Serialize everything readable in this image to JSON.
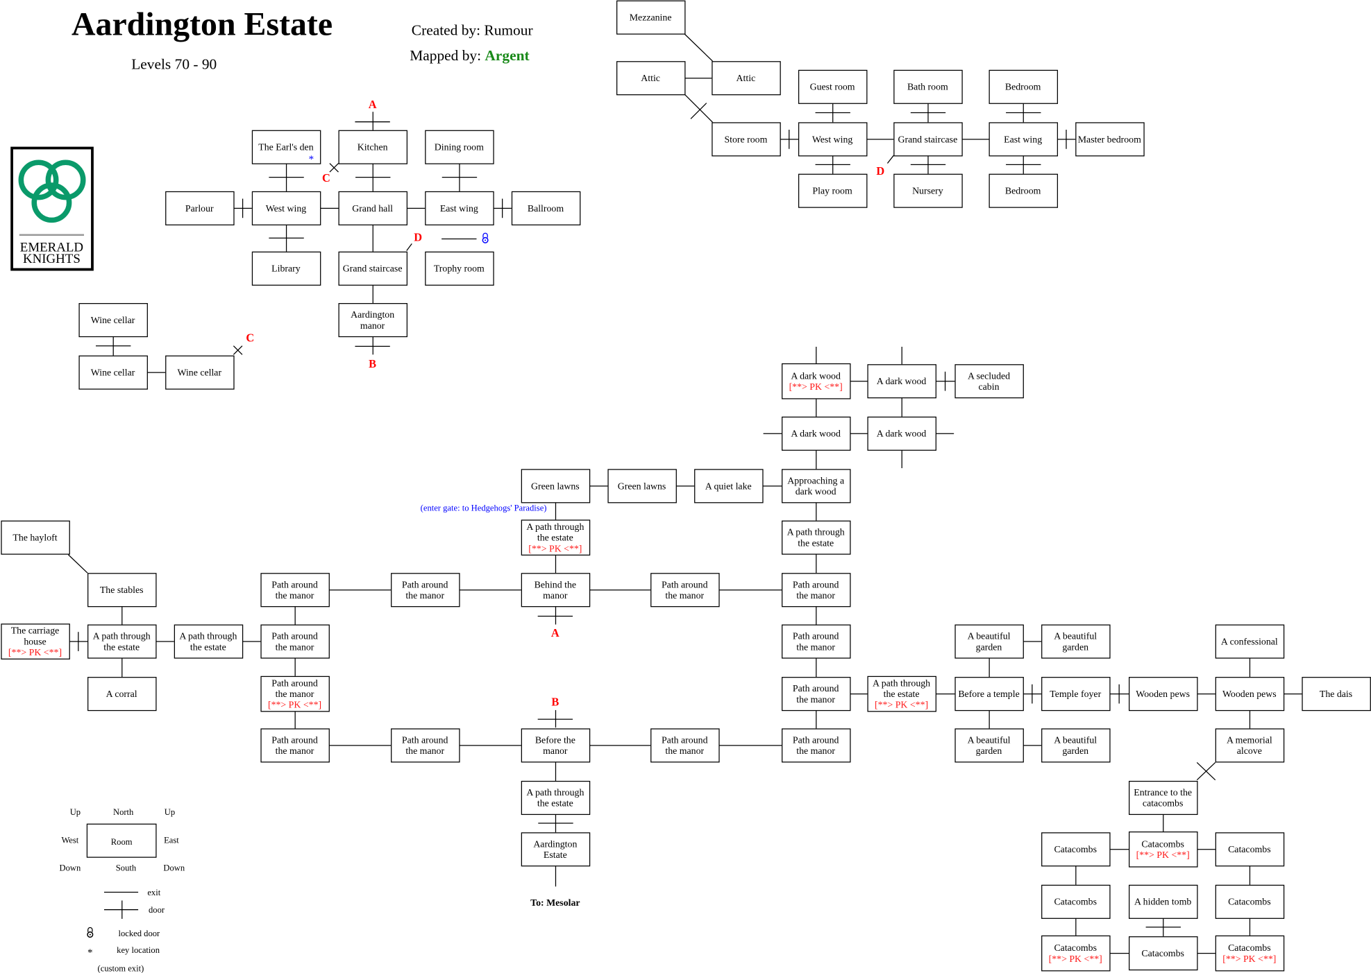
{
  "header": {
    "title": "Aardington Estate",
    "levels": "Levels 70 - 90",
    "created_by_label": "Created by:",
    "created_by": "Rumour",
    "mapped_by_label": "Mapped by:",
    "mapped_by": "Argent"
  },
  "logo": {
    "line1": "EMERALD",
    "line2": "KNIGHTS"
  },
  "colors": {
    "pk": "#ff1a1a",
    "marker": "#ff0000",
    "custom": "#0000ff",
    "mapper": "#1a8a1a",
    "logo": "#0a9a6a"
  },
  "markers": [
    "A",
    "C",
    "C",
    "D",
    "B",
    "D",
    "A",
    "B"
  ],
  "key_symbol": "*",
  "notes": {
    "enter_gate": "(enter gate: to Hedgehogs' Paradise)",
    "to": "To: Mesolar"
  },
  "rooms": [
    {
      "id": "den",
      "lines": [
        "The Earl's den"
      ]
    },
    {
      "id": "kitchen",
      "lines": [
        "Kitchen"
      ]
    },
    {
      "id": "dining",
      "lines": [
        "Dining room"
      ]
    },
    {
      "id": "parlour",
      "lines": [
        "Parlour"
      ]
    },
    {
      "id": "wwing",
      "lines": [
        "West wing"
      ]
    },
    {
      "id": "ghall",
      "lines": [
        "Grand hall"
      ]
    },
    {
      "id": "ewing",
      "lines": [
        "East wing"
      ]
    },
    {
      "id": "ballroom",
      "lines": [
        "Ballroom"
      ]
    },
    {
      "id": "library",
      "lines": [
        "Library"
      ]
    },
    {
      "id": "gstair",
      "lines": [
        "Grand staircase"
      ]
    },
    {
      "id": "trophy",
      "lines": [
        "Trophy room"
      ]
    },
    {
      "id": "manor",
      "lines": [
        "Aardington",
        "manor"
      ]
    },
    {
      "id": "wc1",
      "lines": [
        "Wine cellar"
      ]
    },
    {
      "id": "wc2",
      "lines": [
        "Wine cellar"
      ]
    },
    {
      "id": "wc3",
      "lines": [
        "Wine cellar"
      ]
    },
    {
      "id": "mezz",
      "lines": [
        "Mezzanine"
      ]
    },
    {
      "id": "attic1",
      "lines": [
        "Attic"
      ]
    },
    {
      "id": "attic2",
      "lines": [
        "Attic"
      ]
    },
    {
      "id": "guest",
      "lines": [
        "Guest room"
      ]
    },
    {
      "id": "bath",
      "lines": [
        "Bath room"
      ]
    },
    {
      "id": "bed1",
      "lines": [
        "Bedroom"
      ]
    },
    {
      "id": "store",
      "lines": [
        "Store room"
      ]
    },
    {
      "id": "ww2",
      "lines": [
        "West wing"
      ]
    },
    {
      "id": "gs2",
      "lines": [
        "Grand staircase"
      ]
    },
    {
      "id": "ew2",
      "lines": [
        "East wing"
      ]
    },
    {
      "id": "master",
      "lines": [
        "Master bedroom"
      ]
    },
    {
      "id": "play",
      "lines": [
        "Play room"
      ]
    },
    {
      "id": "nursery",
      "lines": [
        "Nursery"
      ]
    },
    {
      "id": "bed2",
      "lines": [
        "Bedroom"
      ]
    },
    {
      "id": "dw1",
      "lines": [
        "A dark wood"
      ],
      "pk": "[**> PK <**]"
    },
    {
      "id": "dw2",
      "lines": [
        "A dark wood"
      ]
    },
    {
      "id": "cabin",
      "lines": [
        "A secluded",
        "cabin"
      ]
    },
    {
      "id": "dw3",
      "lines": [
        "A dark wood"
      ]
    },
    {
      "id": "dw4",
      "lines": [
        "A dark wood"
      ]
    },
    {
      "id": "gl1",
      "lines": [
        "Green lawns"
      ]
    },
    {
      "id": "gl2",
      "lines": [
        "Green lawns"
      ]
    },
    {
      "id": "lake",
      "lines": [
        "A quiet lake"
      ]
    },
    {
      "id": "approach",
      "lines": [
        "Approaching a",
        "dark wood"
      ]
    },
    {
      "id": "pte1",
      "lines": [
        "A path through",
        "the estate"
      ],
      "pk": "[**> PK <**]"
    },
    {
      "id": "pte2",
      "lines": [
        "A path through",
        "the estate"
      ]
    },
    {
      "id": "hayloft",
      "lines": [
        "The hayloft"
      ]
    },
    {
      "id": "stables",
      "lines": [
        "The stables"
      ]
    },
    {
      "id": "p2",
      "lines": [
        "Path around",
        "the manor"
      ]
    },
    {
      "id": "p3",
      "lines": [
        "Path around",
        "the manor"
      ]
    },
    {
      "id": "behind",
      "lines": [
        "Behind the",
        "manor"
      ]
    },
    {
      "id": "p5",
      "lines": [
        "Path around",
        "the manor"
      ]
    },
    {
      "id": "p6",
      "lines": [
        "Path around",
        "the manor"
      ]
    },
    {
      "id": "carriage",
      "lines": [
        "The carriage",
        "house"
      ],
      "pk": "[**> PK <**]"
    },
    {
      "id": "ptea",
      "lines": [
        "A path through",
        "the estate"
      ]
    },
    {
      "id": "pteb",
      "lines": [
        "A path through",
        "the estate"
      ]
    },
    {
      "id": "p13",
      "lines": [
        "Path around",
        "the manor"
      ]
    },
    {
      "id": "p7",
      "lines": [
        "Path around",
        "the manor"
      ]
    },
    {
      "id": "g1",
      "lines": [
        "A beautiful",
        "garden"
      ]
    },
    {
      "id": "g2",
      "lines": [
        "A beautiful",
        "garden"
      ]
    },
    {
      "id": "confess",
      "lines": [
        "A confessional"
      ]
    },
    {
      "id": "corral",
      "lines": [
        "A corral"
      ]
    },
    {
      "id": "p14",
      "lines": [
        "Path around",
        "the manor"
      ],
      "pk": "[**> PK <**]"
    },
    {
      "id": "p8",
      "lines": [
        "Path around",
        "the manor"
      ]
    },
    {
      "id": "ptepk",
      "lines": [
        "A path through",
        "the estate"
      ],
      "pk": "[**> PK <**]"
    },
    {
      "id": "temple",
      "lines": [
        "Before a temple"
      ]
    },
    {
      "id": "foyer",
      "lines": [
        "Temple foyer"
      ]
    },
    {
      "id": "pews1",
      "lines": [
        "Wooden pews"
      ]
    },
    {
      "id": "pews2",
      "lines": [
        "Wooden pews"
      ]
    },
    {
      "id": "dais",
      "lines": [
        "The dais"
      ]
    },
    {
      "id": "p10",
      "lines": [
        "Path around",
        "the manor"
      ]
    },
    {
      "id": "p11",
      "lines": [
        "Path around",
        "the manor"
      ]
    },
    {
      "id": "before",
      "lines": [
        "Before the",
        "manor"
      ]
    },
    {
      "id": "p12",
      "lines": [
        "Path around",
        "the manor"
      ]
    },
    {
      "id": "p9",
      "lines": [
        "Path around",
        "the manor"
      ]
    },
    {
      "id": "g3",
      "lines": [
        "A beautiful",
        "garden"
      ]
    },
    {
      "id": "g4",
      "lines": [
        "A beautiful",
        "garden"
      ]
    },
    {
      "id": "alcove",
      "lines": [
        "A memorial",
        "alcove"
      ]
    },
    {
      "id": "pte3",
      "lines": [
        "A path through",
        "the estate"
      ]
    },
    {
      "id": "entrance",
      "lines": [
        "Entrance to the",
        "catacombs"
      ]
    },
    {
      "id": "estate",
      "lines": [
        "Aardington",
        "Estate"
      ]
    },
    {
      "id": "c1",
      "lines": [
        "Catacombs"
      ]
    },
    {
      "id": "c2",
      "lines": [
        "Catacombs"
      ],
      "pk": "[**> PK <**]"
    },
    {
      "id": "c3",
      "lines": [
        "Catacombs"
      ]
    },
    {
      "id": "c4",
      "lines": [
        "Catacombs"
      ]
    },
    {
      "id": "tomb",
      "lines": [
        "A hidden tomb"
      ]
    },
    {
      "id": "c6",
      "lines": [
        "Catacombs"
      ]
    },
    {
      "id": "c7",
      "lines": [
        "Catacombs"
      ],
      "pk": "[**> PK <**]"
    },
    {
      "id": "c8",
      "lines": [
        "Catacombs"
      ]
    },
    {
      "id": "c9",
      "lines": [
        "Catacombs"
      ],
      "pk": "[**> PK <**]"
    }
  ],
  "legend": {
    "up_left": "Up",
    "north": "North",
    "up_right": "Up",
    "west": "West",
    "room": "Room",
    "east": "East",
    "down_left": "Down",
    "south": "South",
    "down_right": "Down",
    "exit": "exit",
    "door": "door",
    "locked_door": "locked door",
    "key_location": "key location",
    "custom_exit": "(custom exit)"
  }
}
